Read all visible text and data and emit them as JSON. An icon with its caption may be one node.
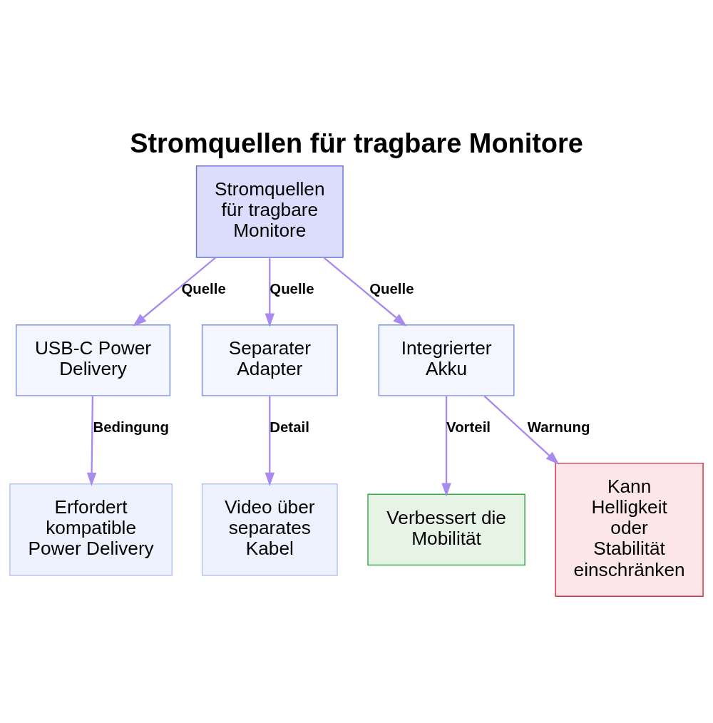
{
  "diagram": {
    "title": "Stromquellen für tragbare Monitore",
    "nodes": [
      {
        "text": [
          "Stromquellen für tragbare Monitore"
        ]
      },
      {
        "text": [
          "USB-C Power Delivery"
        ]
      },
      {
        "text": [
          "Separater Adapter"
        ]
      },
      {
        "text": [
          "Integrierter Akku"
        ]
      },
      {
        "text": [
          "Erfordert kompatible Power Delivery"
        ]
      },
      {
        "text": [
          "Video über separates Kabel"
        ]
      },
      {
        "text": [
          "Verbessert die Mobilität"
        ]
      },
      {
        "text": [
          "Kann Helligkeit oder Stabilität einschränken"
        ]
      }
    ],
    "edges": [
      {
        "from": 0,
        "to": 1,
        "arrow": "to",
        "label": "Quelle"
      },
      {
        "from": 0,
        "to": 2,
        "arrow": "to",
        "label": "Quelle"
      },
      {
        "from": 0,
        "to": 3,
        "arrow": "to",
        "label": "Quelle"
      },
      {
        "from": 1,
        "to": 4,
        "arrow": "to",
        "label": "Bedingung"
      },
      {
        "from": 2,
        "to": 5,
        "arrow": "to",
        "label": "Detail"
      },
      {
        "from": 3,
        "to": 6,
        "arrow": "to",
        "label": "Vorteil"
      },
      {
        "from": 3,
        "to": 7,
        "arrow": "to",
        "label": "Warnung"
      }
    ]
  }
}
